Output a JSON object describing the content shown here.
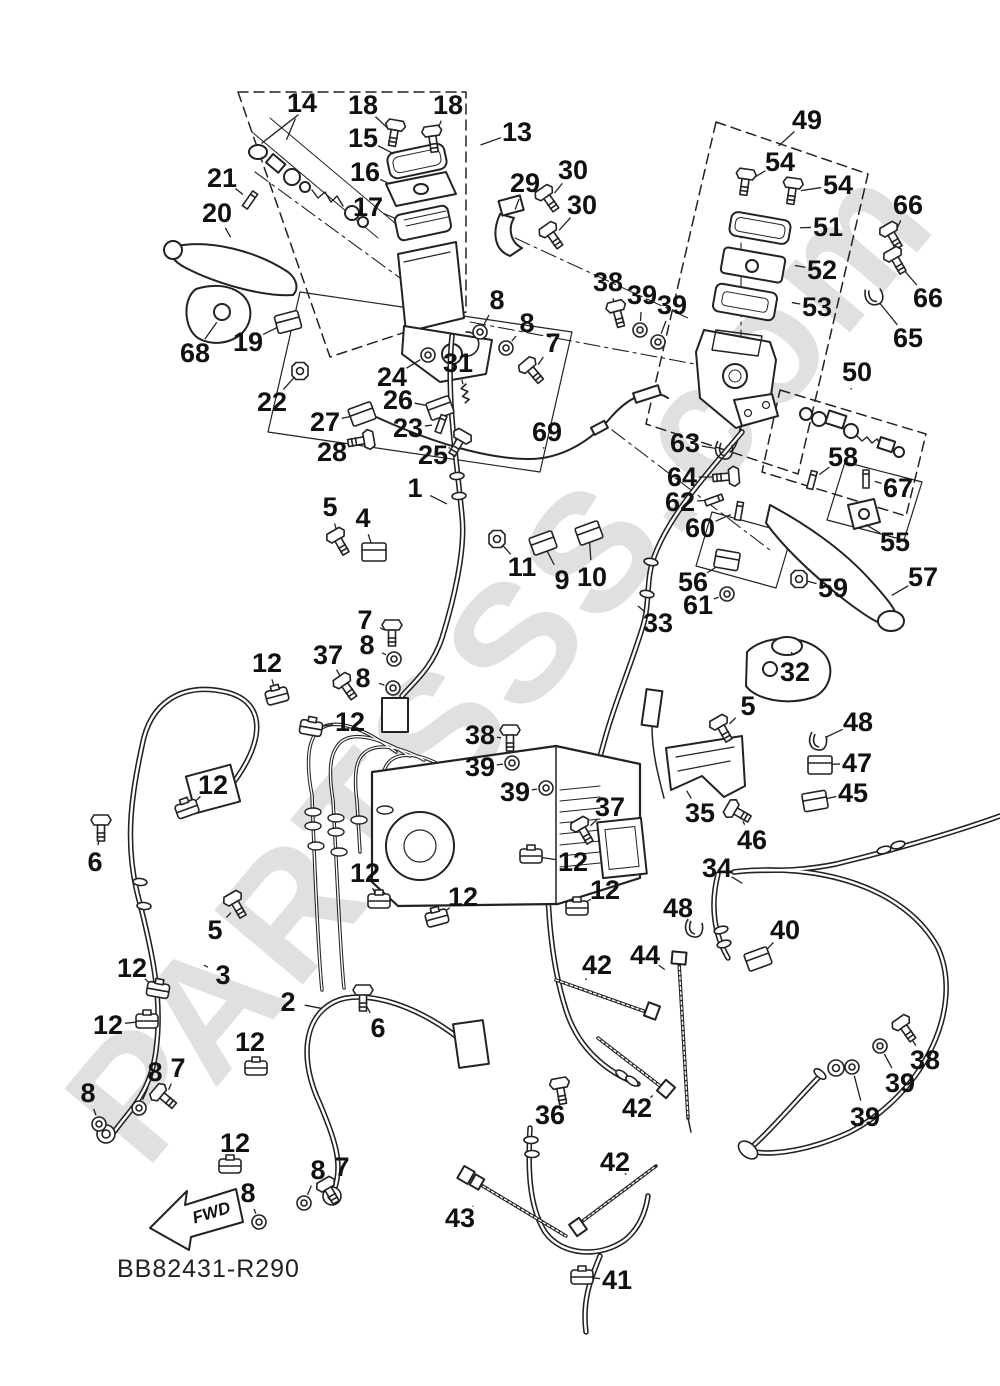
{
  "page": {
    "background": "#ffffff",
    "ink": "#222222"
  },
  "watermark": {
    "text": "PARTSSS.com",
    "color": "#c3c3c3",
    "opacity": 0.5,
    "rotation_deg": -50
  },
  "footer": {
    "part_code": "BB82431-R290",
    "fwd_label": "FWD"
  },
  "labels_format": [
    "part_number",
    "label_x",
    "label_y",
    "target_x",
    "target_y",
    "glyph",
    "glyph_rotation"
  ],
  "labels": [
    [
      "14",
      302,
      103,
      283,
      148,
      "none",
      0
    ],
    [
      "18",
      363,
      105,
      394,
      134,
      "bolt",
      10
    ],
    [
      "18",
      448,
      105,
      433,
      140,
      "bolt",
      -8
    ],
    [
      "13",
      517,
      132,
      472,
      148,
      "none",
      0
    ],
    [
      "15",
      363,
      138,
      402,
      158,
      "none",
      0
    ],
    [
      "16",
      365,
      172,
      398,
      188,
      "none",
      0
    ],
    [
      "17",
      368,
      207,
      404,
      222,
      "none",
      0
    ],
    [
      "21",
      222,
      178,
      250,
      200,
      "pin",
      35
    ],
    [
      "29",
      525,
      183,
      512,
      218,
      "none",
      0
    ],
    [
      "30",
      573,
      170,
      549,
      200,
      "bolt",
      -35
    ],
    [
      "30",
      582,
      205,
      553,
      237,
      "bolt",
      -35
    ],
    [
      "20",
      217,
      213,
      235,
      245,
      "none",
      0
    ],
    [
      "49",
      807,
      120,
      772,
      152,
      "none",
      0
    ],
    [
      "54",
      780,
      162,
      745,
      183,
      "bolt",
      8
    ],
    [
      "54",
      838,
      185,
      792,
      192,
      "bolt",
      8
    ],
    [
      "66",
      908,
      205,
      893,
      237,
      "bolt",
      -30
    ],
    [
      "51",
      828,
      227,
      791,
      228,
      "none",
      0
    ],
    [
      "52",
      822,
      270,
      786,
      264,
      "none",
      0
    ],
    [
      "53",
      817,
      307,
      783,
      301,
      "none",
      0
    ],
    [
      "66",
      928,
      298,
      897,
      262,
      "bolt",
      -30
    ],
    [
      "65",
      908,
      338,
      874,
      296,
      "clip",
      -20
    ],
    [
      "50",
      857,
      372,
      848,
      398,
      "none",
      0
    ],
    [
      "68",
      195,
      353,
      222,
      315,
      "none",
      0
    ],
    [
      "19",
      248,
      342,
      288,
      322,
      "block",
      -15
    ],
    [
      "8",
      497,
      300,
      480,
      332,
      "washer",
      0
    ],
    [
      "8",
      527,
      323,
      506,
      348,
      "washer",
      0
    ],
    [
      "7",
      553,
      343,
      533,
      372,
      "bolt",
      -40
    ],
    [
      "38",
      608,
      282,
      618,
      315,
      "bolt",
      -15
    ],
    [
      "39",
      642,
      295,
      640,
      330,
      "washer",
      0
    ],
    [
      "39",
      672,
      305,
      658,
      342,
      "washer",
      0
    ],
    [
      "22",
      272,
      402,
      300,
      371,
      "nut",
      0
    ],
    [
      "24",
      392,
      377,
      428,
      355,
      "washer",
      0
    ],
    [
      "31",
      458,
      363,
      465,
      393,
      "spring",
      80
    ],
    [
      "26",
      398,
      400,
      440,
      408,
      "block",
      -20
    ],
    [
      "27",
      325,
      422,
      362,
      414,
      "block",
      -20
    ],
    [
      "23",
      408,
      428,
      441,
      424,
      "pin",
      20
    ],
    [
      "25",
      433,
      455,
      458,
      444,
      "bolt",
      30
    ],
    [
      "28",
      332,
      452,
      360,
      441,
      "bolt",
      80
    ],
    [
      "69",
      547,
      432,
      542,
      456,
      "none",
      0
    ],
    [
      "63",
      685,
      443,
      724,
      450,
      "clip",
      0
    ],
    [
      "64",
      682,
      477,
      725,
      477,
      "bolt",
      85
    ],
    [
      "62",
      680,
      502,
      714,
      500,
      "pin",
      70
    ],
    [
      "60",
      700,
      528,
      739,
      511,
      "pin",
      10
    ],
    [
      "58",
      843,
      457,
      812,
      480,
      "pin",
      15
    ],
    [
      "67",
      898,
      488,
      866,
      479,
      "pin",
      0
    ],
    [
      "55",
      895,
      542,
      858,
      520,
      "none",
      0
    ],
    [
      "56",
      693,
      582,
      727,
      560,
      "block",
      10
    ],
    [
      "59",
      833,
      588,
      799,
      579,
      "nut",
      0
    ],
    [
      "61",
      698,
      605,
      727,
      594,
      "washer",
      0
    ],
    [
      "57",
      923,
      577,
      884,
      600,
      "none",
      0
    ],
    [
      "32",
      795,
      672,
      790,
      643,
      "none",
      0
    ],
    [
      "33",
      658,
      623,
      631,
      600,
      "none",
      0
    ],
    [
      "1",
      415,
      488,
      455,
      508,
      "none",
      0
    ],
    [
      "5",
      330,
      507,
      340,
      543,
      "bolt",
      -30
    ],
    [
      "4",
      363,
      518,
      374,
      552,
      "block",
      0
    ],
    [
      "11",
      522,
      567,
      497,
      539,
      "nut",
      0
    ],
    [
      "9",
      562,
      580,
      543,
      543,
      "block",
      -20
    ],
    [
      "10",
      592,
      577,
      589,
      533,
      "block",
      -20
    ],
    [
      "7",
      365,
      620,
      392,
      634,
      "bolt",
      0
    ],
    [
      "8",
      367,
      645,
      394,
      659,
      "washer",
      0
    ],
    [
      "37",
      328,
      655,
      347,
      688,
      "bolt",
      -35
    ],
    [
      "8",
      363,
      678,
      393,
      688,
      "washer",
      0
    ],
    [
      "12",
      267,
      663,
      277,
      696,
      "clamp",
      -15
    ],
    [
      "12",
      350,
      722,
      311,
      728,
      "clamp",
      10
    ],
    [
      "38",
      480,
      735,
      510,
      739,
      "bolt",
      0
    ],
    [
      "39",
      480,
      767,
      512,
      763,
      "washer",
      0
    ],
    [
      "39",
      515,
      792,
      546,
      788,
      "washer",
      0
    ],
    [
      "5",
      748,
      706,
      723,
      730,
      "bolt",
      -30
    ],
    [
      "48",
      858,
      722,
      818,
      741,
      "clip",
      0
    ],
    [
      "47",
      857,
      763,
      820,
      765,
      "block",
      0
    ],
    [
      "45",
      853,
      793,
      815,
      801,
      "block",
      -10
    ],
    [
      "35",
      700,
      813,
      682,
      783,
      "none",
      0
    ],
    [
      "46",
      752,
      840,
      739,
      813,
      "bolt",
      -60
    ],
    [
      "34",
      717,
      868,
      750,
      888,
      "none",
      0
    ],
    [
      "37",
      610,
      807,
      584,
      832,
      "bolt",
      -30
    ],
    [
      "12",
      573,
      862,
      531,
      856,
      "clamp",
      0
    ],
    [
      "12",
      605,
      890,
      577,
      908,
      "clamp",
      0
    ],
    [
      "12",
      463,
      897,
      437,
      918,
      "clamp",
      -15
    ],
    [
      "12",
      365,
      873,
      379,
      901,
      "clamp",
      0
    ],
    [
      "48",
      678,
      908,
      694,
      928,
      "clip",
      0
    ],
    [
      "40",
      785,
      930,
      758,
      959,
      "block",
      -20
    ],
    [
      "6",
      95,
      862,
      101,
      829,
      "bolt",
      0
    ],
    [
      "12",
      213,
      785,
      187,
      809,
      "clamp",
      -20
    ],
    [
      "5",
      215,
      930,
      237,
      906,
      "bolt",
      -30
    ],
    [
      "3",
      223,
      975,
      196,
      961,
      "none",
      0
    ],
    [
      "12",
      132,
      968,
      158,
      990,
      "clamp",
      10
    ],
    [
      "12",
      108,
      1025,
      147,
      1021,
      "clamp",
      0
    ],
    [
      "2",
      288,
      1002,
      330,
      1010,
      "none",
      0
    ],
    [
      "6",
      378,
      1028,
      363,
      999,
      "bolt",
      0
    ],
    [
      "12",
      250,
      1042,
      256,
      1068,
      "clamp",
      0
    ],
    [
      "8",
      88,
      1093,
      99,
      1124,
      "washer",
      0
    ],
    [
      "8",
      155,
      1072,
      139,
      1108,
      "washer",
      0
    ],
    [
      "7",
      178,
      1068,
      165,
      1098,
      "bolt",
      -50
    ],
    [
      "12",
      235,
      1143,
      230,
      1166,
      "clamp",
      0
    ],
    [
      "8",
      248,
      1193,
      259,
      1222,
      "washer",
      0
    ],
    [
      "8",
      318,
      1170,
      304,
      1203,
      "washer",
      0
    ],
    [
      "7",
      342,
      1167,
      330,
      1192,
      "bolt",
      -30
    ],
    [
      "38",
      925,
      1060,
      906,
      1030,
      "bolt",
      -35
    ],
    [
      "39",
      900,
      1083,
      880,
      1046,
      "washer",
      0
    ],
    [
      "39",
      865,
      1117,
      852,
      1067,
      "washer",
      0
    ],
    [
      "42",
      597,
      965,
      580,
      987,
      "none",
      0
    ],
    [
      "44",
      645,
      955,
      672,
      975,
      "none",
      0
    ],
    [
      "42",
      637,
      1108,
      660,
      1090,
      "none",
      0
    ],
    [
      "36",
      550,
      1115,
      561,
      1092,
      "bolt",
      -10
    ],
    [
      "42",
      615,
      1162,
      631,
      1180,
      "none",
      0
    ],
    [
      "43",
      460,
      1218,
      480,
      1200,
      "none",
      0
    ],
    [
      "41",
      617,
      1280,
      582,
      1277,
      "clamp",
      0
    ]
  ]
}
